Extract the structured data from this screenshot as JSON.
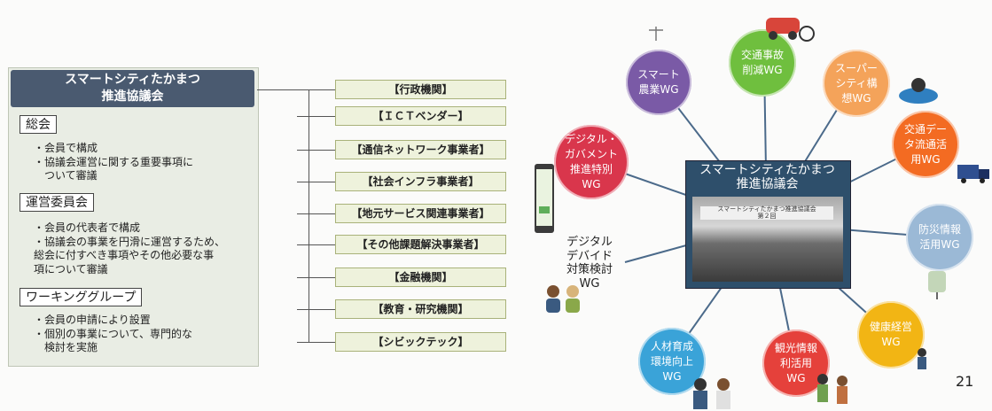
{
  "council": {
    "title_line1": "スマートシティたかまつ",
    "title_line2": "推進協議会"
  },
  "sections": [
    {
      "heading": "総会",
      "text": "・会員で構成\n・協議会運営に関する重要事項に\n　ついて審議"
    },
    {
      "heading": "運営委員会",
      "text": "・会員の代表者で構成\n・協議会の事業を円滑に運営するため、\n総会に付すべき事項やその他必要な事\n項について審議"
    },
    {
      "heading": "ワーキンググループ",
      "text": "・会員の申請により設置\n・個別の事業について、専門的な\n　検討を実施"
    }
  ],
  "members": [
    "【行政機関】",
    "【ＩＣＴベンダー】",
    "【通信ネットワーク事業者】",
    "【社会インフラ事業者】",
    "【地元サービス関連事業者】",
    "【その他課題解決事業者】",
    "【金融機関】",
    "【教育・研究機関】",
    "【シビックテック】"
  ],
  "center": {
    "title_line1": "スマートシティたかまつ",
    "title_line2": "推進協議会",
    "photo_banner": "スマートシティたかまつ推進協議会\n第２回"
  },
  "wgs": [
    {
      "line1": "スマート",
      "line2": "農業WG",
      "line3": "",
      "color": "#7a5aa6"
    },
    {
      "line1": "交通事故",
      "line2": "削減WG",
      "line3": "",
      "color": "#6fbf3e"
    },
    {
      "line1": "スーパー",
      "line2": "シティ構",
      "line3": "想WG",
      "color": "#f4a35a"
    },
    {
      "line1": "交通デー",
      "line2": "タ流通活",
      "line3": "用WG",
      "color": "#f36b22"
    },
    {
      "line1": "防災情報",
      "line2": "活用WG",
      "line3": "",
      "color": "#9bb9d6"
    },
    {
      "line1": "健康経営",
      "line2": "WG",
      "line3": "",
      "color": "#f2b514"
    },
    {
      "line1": "観光情報",
      "line2": "利活用",
      "line3": "WG",
      "color": "#e5413b"
    },
    {
      "line1": "人材育成",
      "line2": "環境向上",
      "line3": "WG",
      "color": "#3aa3d8"
    },
    {
      "line1": "デジタル・",
      "line2": "ガバメント",
      "line3": "推進特別",
      "line4": "WG",
      "color": "#d9364c"
    }
  ],
  "digital_divide": {
    "line1": "デジタル",
    "line2": "デバイド",
    "line3": "対策検討",
    "line4": "WG"
  },
  "page_number": "21"
}
